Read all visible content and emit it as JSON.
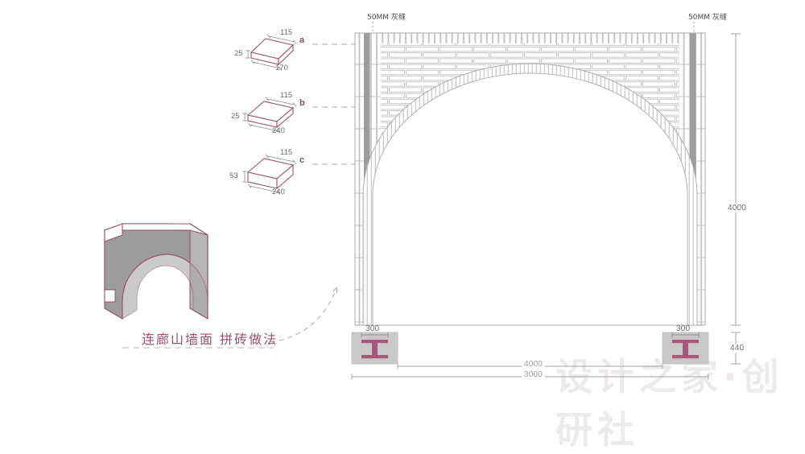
{
  "meta": {
    "title_cjk": "连廊山墙面 拼砖做法",
    "watermark": "设计之家·创研社"
  },
  "colors": {
    "accent": "#9c4f70",
    "brick_line": "#b9b9b9",
    "dim_line": "#9a9a9a",
    "dim_text": "#6e6e6e",
    "solid_fill": "#bdbdbd",
    "joint_fill": "#9d9d9d",
    "base_fill": "#c9c9c9",
    "watermark": "#f0e9ec"
  },
  "joint_labels": {
    "left": "50MM 灰缝",
    "right": "50MM 灰缝"
  },
  "bricks": [
    {
      "key": "a",
      "letter": "a",
      "width": "115",
      "length": "170",
      "thickness": "25"
    },
    {
      "key": "b",
      "letter": "b",
      "width": "115",
      "length": "240",
      "thickness": "25"
    },
    {
      "key": "c",
      "letter": "c",
      "width": "115",
      "length": "240",
      "thickness": "53"
    }
  ],
  "dimensions": {
    "wall_height": "4000",
    "base_height": "440",
    "base_width_left": "300",
    "base_width_right": "300",
    "overall_width": "4000",
    "opening_width": "3000"
  },
  "elevation": {
    "name": "brick-wall-elevation",
    "opening_type": "segmental-arch",
    "bond": "running-bond",
    "soldier_band": "vertical-soldier-course",
    "top_course": "soldier"
  },
  "isometric": {
    "name": "gable-wall-isometric",
    "description": "3D gable wall with arched opening"
  },
  "callouts": {
    "a_leader": "a",
    "b_leader": "b",
    "c_leader": "c"
  }
}
